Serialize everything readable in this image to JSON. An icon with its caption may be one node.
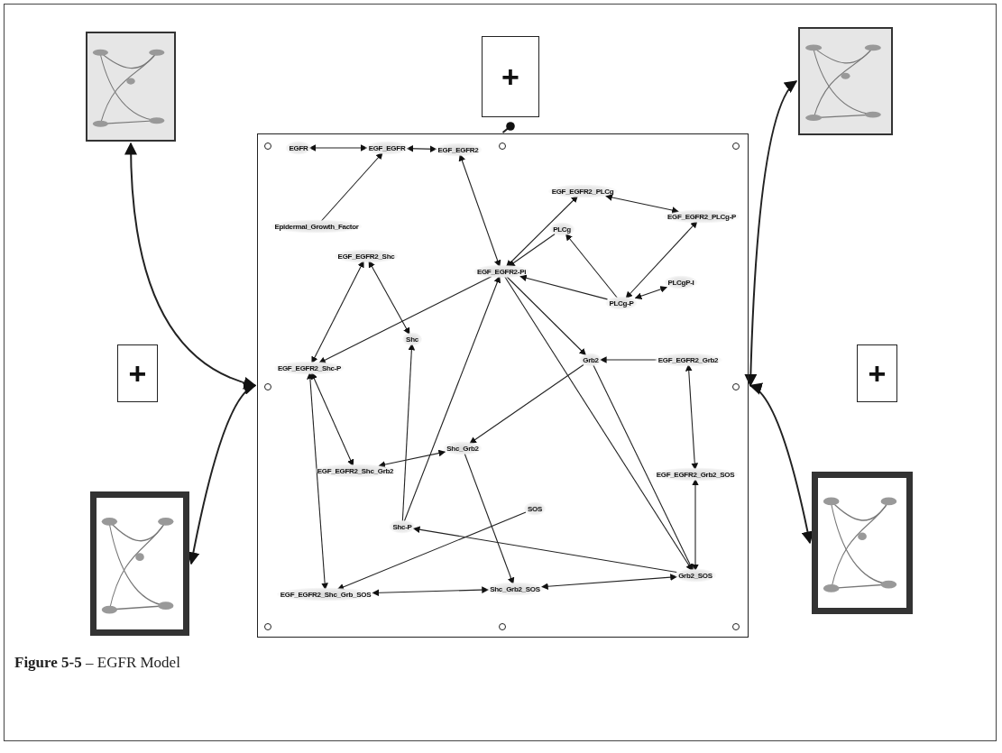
{
  "diagram": {
    "caption": "**Figure 5-5** – EGFR Model",
    "nodes": [
      {
        "text": [],
        "shape": "box"
      },
      {
        "text": [
          "EGFR"
        ],
        "in": 0
      },
      {
        "text": [
          "EGF_EGFR"
        ],
        "in": 0
      },
      {
        "text": [
          "EGF_EGFR2"
        ],
        "in": 0
      },
      {
        "text": [
          "Epidermal_Growth_Factor"
        ],
        "in": 0
      },
      {
        "text": [
          "EGF_EGFR2_Shc"
        ],
        "in": 0
      },
      {
        "text": [
          "EGF_EGFR2_PLCg"
        ],
        "in": 0
      },
      {
        "text": [
          "EGF_EGFR2_PLCg-P"
        ],
        "in": 0
      },
      {
        "text": [
          "PLCg"
        ],
        "in": 0
      },
      {
        "text": [
          "EGF_EGFR2-Pi"
        ],
        "in": 0
      },
      {
        "text": [
          "PLCgP-I"
        ],
        "in": 0
      },
      {
        "text": [
          "PLCg-P"
        ],
        "in": 0
      },
      {
        "text": [
          "Shc"
        ],
        "in": 0
      },
      {
        "text": [
          "EGF_EGFR2_Shc-P"
        ],
        "in": 0
      },
      {
        "text": [
          "Grb2"
        ],
        "in": 0
      },
      {
        "text": [
          "EGF_EGFR2_Grb2"
        ],
        "in": 0
      },
      {
        "text": [
          "Shc_Grb2"
        ],
        "in": 0
      },
      {
        "text": [
          "EGF_EGFR2_Shc_Grb2"
        ],
        "in": 0
      },
      {
        "text": [
          "EGF_EGFR2_Grb2_SOS"
        ],
        "in": 0
      },
      {
        "text": [
          "Shc-P"
        ],
        "in": 0
      },
      {
        "text": [
          "SOS"
        ],
        "in": 0
      },
      {
        "text": [
          "EGF_EGFR2_Shc_Grb_SOS"
        ],
        "in": 0
      },
      {
        "text": [
          "Shc_Grb2_SOS"
        ],
        "in": 0
      },
      {
        "text": [
          "Grb2_SOS"
        ],
        "in": 0
      },
      {
        "text": [],
        "shape": "picture"
      },
      {
        "text": [],
        "shape": "picture"
      },
      {
        "text": [],
        "shape": "picture"
      },
      {
        "text": [],
        "shape": "picture"
      },
      {
        "text": [
          "+"
        ]
      },
      {
        "text": [
          "+"
        ]
      },
      {
        "text": [
          "+"
        ]
      }
    ],
    "edges": [
      {
        "from": 1,
        "to": 2,
        "arrow": "both"
      },
      {
        "from": 4,
        "to": 2,
        "arrow": "to"
      },
      {
        "from": 2,
        "to": 3,
        "arrow": "both"
      },
      {
        "from": 3,
        "to": 9,
        "arrow": "both"
      },
      {
        "from": 9,
        "to": 6,
        "arrow": "both"
      },
      {
        "from": 8,
        "to": 9,
        "arrow": "to"
      },
      {
        "from": 6,
        "to": 7,
        "arrow": "both"
      },
      {
        "from": 7,
        "to": 11,
        "arrow": "both"
      },
      {
        "from": 11,
        "to": 8,
        "arrow": "to"
      },
      {
        "from": 11,
        "to": 10,
        "arrow": "both"
      },
      {
        "from": 11,
        "to": 9,
        "arrow": "to"
      },
      {
        "from": 5,
        "to": 13,
        "arrow": "both"
      },
      {
        "from": 5,
        "to": 12,
        "arrow": "both"
      },
      {
        "from": 9,
        "to": 13,
        "arrow": "to"
      },
      {
        "from": 15,
        "to": 14,
        "arrow": "to"
      },
      {
        "from": 15,
        "to": 18,
        "arrow": "both"
      },
      {
        "from": 18,
        "to": 23,
        "arrow": "both"
      },
      {
        "from": 13,
        "to": 17,
        "arrow": "both"
      },
      {
        "from": 17,
        "to": 16,
        "arrow": "both"
      },
      {
        "from": 13,
        "to": 21,
        "arrow": "both"
      },
      {
        "from": 19,
        "to": 12,
        "arrow": "to"
      },
      {
        "from": 19,
        "to": 9,
        "arrow": "to"
      },
      {
        "from": 14,
        "to": 16,
        "arrow": "to"
      },
      {
        "from": 14,
        "to": 23,
        "arrow": "to"
      },
      {
        "from": 9,
        "to": 23,
        "arrow": "to"
      },
      {
        "from": 9,
        "to": 14,
        "arrow": "to"
      },
      {
        "from": 16,
        "to": 22,
        "arrow": "to"
      },
      {
        "from": 23,
        "to": 19,
        "arrow": "to"
      },
      {
        "from": 20,
        "to": 21,
        "arrow": "to"
      },
      {
        "from": 21,
        "to": 22,
        "arrow": "both"
      },
      {
        "from": 22,
        "to": 23,
        "arrow": "both"
      },
      {
        "from": 24,
        "to": 0,
        "arrow": "both"
      },
      {
        "from": 25,
        "to": 0,
        "arrow": "both"
      },
      {
        "from": 26,
        "to": 0,
        "arrow": "both"
      },
      {
        "from": 27,
        "to": 0,
        "arrow": "both"
      },
      {
        "from": 0,
        "to": 28,
        "arrow": "other"
      }
    ]
  }
}
